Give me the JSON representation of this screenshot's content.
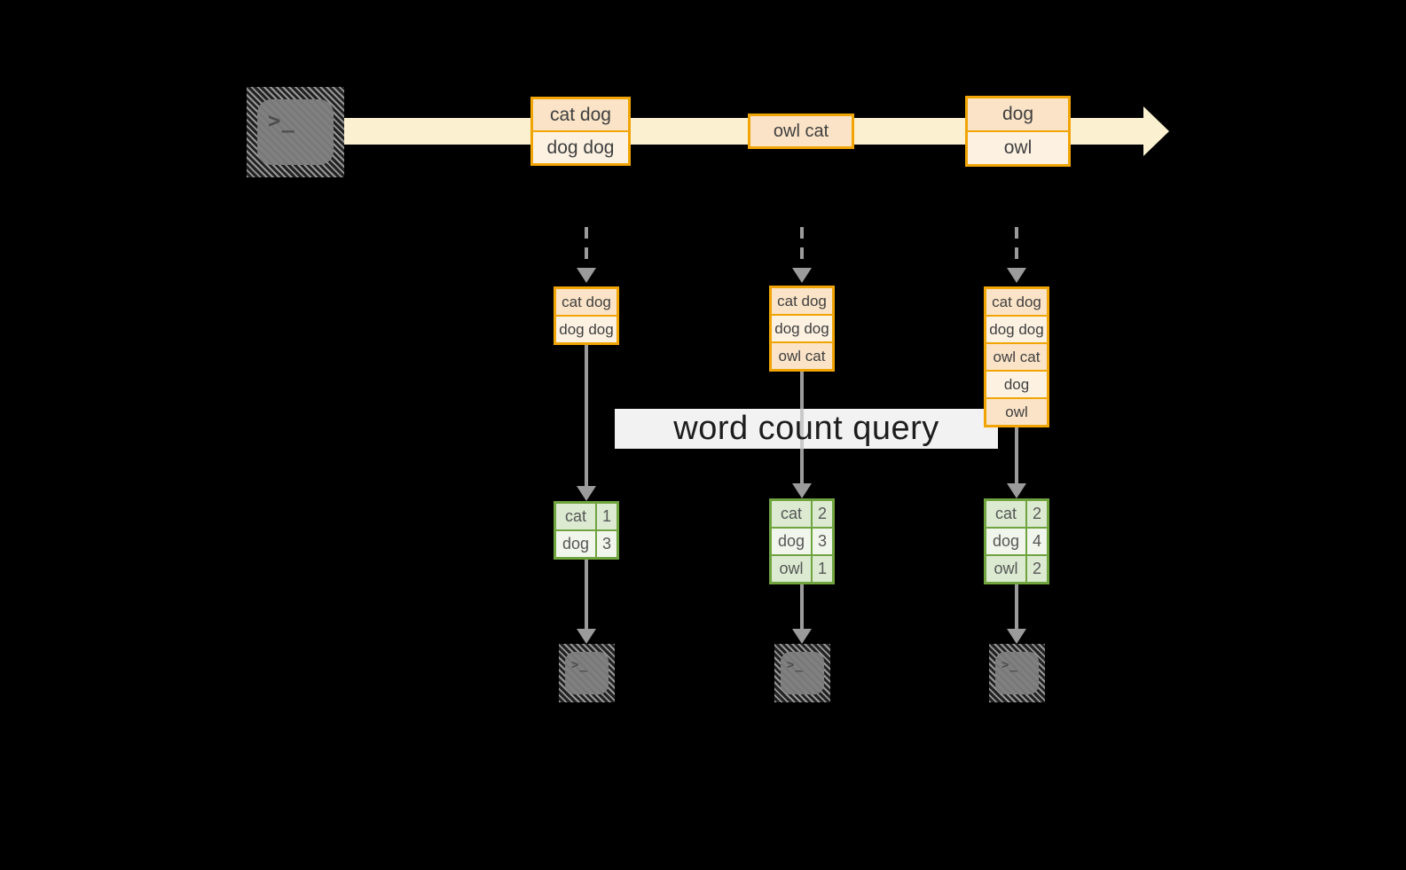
{
  "label": {
    "text": "word count query"
  },
  "colors": {
    "stream_band": "#fbf0cf",
    "amber_border": "#f0a505",
    "row_dark": "#fae3c7",
    "row_light": "#fdf2e2",
    "arrow_gray": "#9b9b9b",
    "green_border": "#70a43f",
    "cell_dark": "#dcead2",
    "cell_light": "#f1f6ec"
  },
  "icons": {
    "source_glyph": ">_",
    "output_glyph": ">_"
  },
  "stream": {
    "records": [
      {
        "rows": [
          "cat dog",
          "dog dog"
        ]
      },
      {
        "rows": [
          "owl cat"
        ]
      },
      {
        "rows": [
          "dog",
          "owl"
        ]
      }
    ]
  },
  "pipelines": [
    {
      "buffer": [
        "cat dog",
        "dog dog"
      ],
      "counts": [
        {
          "word": "cat",
          "count": "1"
        },
        {
          "word": "dog",
          "count": "3"
        }
      ]
    },
    {
      "buffer": [
        "cat dog",
        "dog dog",
        "owl cat"
      ],
      "counts": [
        {
          "word": "cat",
          "count": "2"
        },
        {
          "word": "dog",
          "count": "3"
        },
        {
          "word": "owl",
          "count": "1"
        }
      ]
    },
    {
      "buffer": [
        "cat dog",
        "dog dog",
        "owl cat",
        "dog",
        "owl"
      ],
      "counts": [
        {
          "word": "cat",
          "count": "2"
        },
        {
          "word": "dog",
          "count": "4"
        },
        {
          "word": "owl",
          "count": "2"
        }
      ]
    }
  ]
}
